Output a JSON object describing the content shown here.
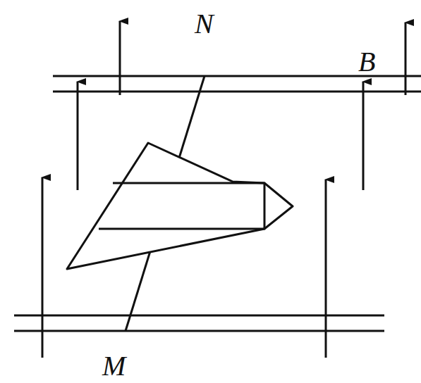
{
  "diagram": {
    "labels": [
      "N",
      "B",
      "M"
    ]
  }
}
